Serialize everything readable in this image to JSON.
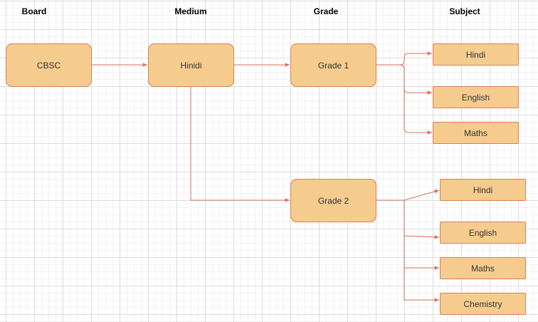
{
  "headers": {
    "board": "Board",
    "medium": "Medium",
    "grade": "Grade",
    "subject": "Subject"
  },
  "nodes": {
    "board": "CBSC",
    "medium": "Hinidi",
    "grade1": "Grade 1",
    "grade2": "Grade 2",
    "g1_hindi": "Hindi",
    "g1_english": "English",
    "g1_maths": "Maths",
    "g2_hindi": "Hindi",
    "g2_english": "English",
    "g2_maths": "Maths",
    "g2_chemistry": "Chemistry"
  },
  "colors": {
    "node_fill": "#f5cc8e",
    "node_stroke": "#d97e55",
    "edge": "#d9735a"
  }
}
